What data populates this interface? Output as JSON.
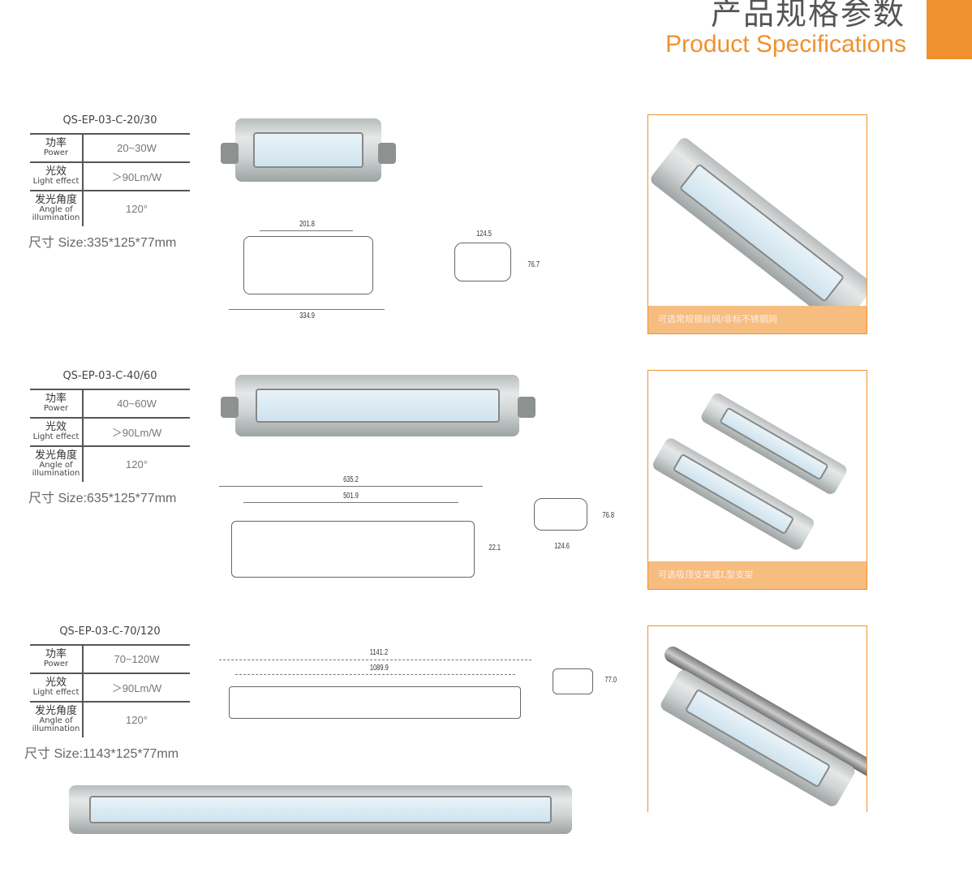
{
  "header": {
    "title_cn": "产品规格参数",
    "title_en": "Product Specifications",
    "accent": "#f0902f"
  },
  "labels": {
    "power_cn": "功率",
    "power_en": "Power",
    "effect_cn": "光效",
    "effect_en": "Light effect",
    "angle_cn": "发光角度",
    "angle_en1": "Angle of",
    "angle_en2": "illumination"
  },
  "products": [
    {
      "model": "QS-EP-03-C-20/30",
      "power": "20~30W",
      "effect": "＞90Lm/W",
      "angle": "120°",
      "size": "尺寸 Size:335*125*77mm",
      "dims": {
        "inner": "201.8",
        "length": "334.9",
        "width": "124.5",
        "height": "76.7"
      },
      "caption": "可选常规钢丝网/非标不锈钢网"
    },
    {
      "model": "QS-EP-03-C-40/60",
      "power": "40~60W",
      "effect": "＞90Lm/W",
      "angle": "120°",
      "size": "尺寸 Size:635*125*77mm",
      "dims": {
        "length": "635.2",
        "inner": "501.9",
        "side": "22.1",
        "height": "76.8",
        "width": "124.6"
      },
      "caption": "可选吸顶支架或L型支架"
    },
    {
      "model": "QS-EP-03-C-70/120",
      "power": "70~120W",
      "effect": "＞90Lm/W",
      "angle": "120°",
      "size": "尺寸 Size:1143*125*77mm",
      "dims": {
        "length": "1141.2",
        "inner": "1089.9",
        "height": "77.0"
      }
    }
  ]
}
